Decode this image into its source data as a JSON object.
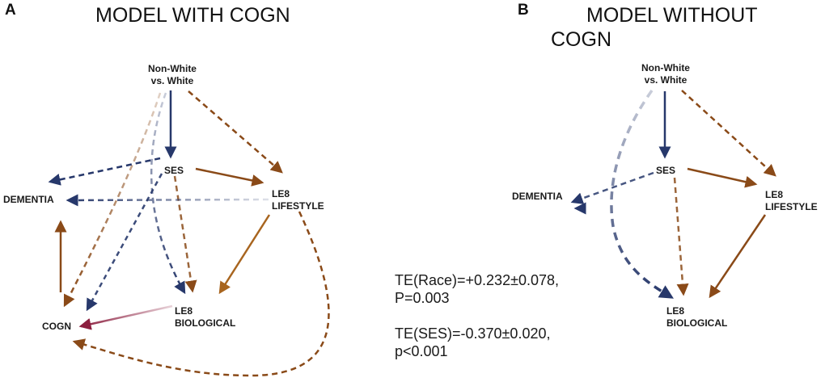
{
  "colors": {
    "navy": "#27386b",
    "brown": "#8a4a18",
    "ochre": "#a8651f",
    "crimson": "#8c1f3f"
  },
  "panels": [
    {
      "letter": "A",
      "title": "MODEL WITH COGN",
      "nodes": {
        "race": [
          "Non-White",
          "vs. White"
        ],
        "ses": "SES",
        "dementia": "DEMENTIA",
        "lifestyle": [
          "LE8",
          "LIFESTYLE"
        ],
        "cogn": "COGN",
        "biological": [
          "LE8",
          "BIOLOGICAL"
        ]
      },
      "edges": [
        {
          "from": "Non-White vs. White",
          "to": "SES",
          "style": "solid",
          "color": "navy"
        },
        {
          "from": "Non-White vs. White",
          "to": "LE8 LIFESTYLE",
          "style": "dashed",
          "color": "brown"
        },
        {
          "from": "Non-White vs. White",
          "to": "LE8 BIOLOGICAL",
          "style": "dashed",
          "color": "navy"
        },
        {
          "from": "Non-White vs. White",
          "to": "COGN",
          "style": "dashed",
          "color": "brown"
        },
        {
          "from": "SES",
          "to": "LE8 LIFESTYLE",
          "style": "solid",
          "color": "brown"
        },
        {
          "from": "SES",
          "to": "DEMENTIA",
          "style": "dashed",
          "color": "navy"
        },
        {
          "from": "SES",
          "to": "COGN",
          "style": "dashed",
          "color": "navy"
        },
        {
          "from": "SES",
          "to": "LE8 BIOLOGICAL",
          "style": "dashed",
          "color": "brown"
        },
        {
          "from": "LE8 LIFESTYLE",
          "to": "DEMENTIA",
          "style": "dashed",
          "color": "navy"
        },
        {
          "from": "LE8 LIFESTYLE",
          "to": "LE8 BIOLOGICAL",
          "style": "solid",
          "color": "ochre"
        },
        {
          "from": "LE8 LIFESTYLE",
          "to": "COGN",
          "style": "dashed",
          "color": "brown"
        },
        {
          "from": "COGN",
          "to": "DEMENTIA",
          "style": "solid",
          "color": "brown"
        },
        {
          "from": "LE8 BIOLOGICAL",
          "to": "COGN",
          "style": "solid",
          "color": "crimson"
        }
      ]
    },
    {
      "letter": "B",
      "title_line1": "MODEL WITHOUT",
      "title_line2": "COGN",
      "nodes": {
        "race": [
          "Non-White",
          "vs. White"
        ],
        "ses": "SES",
        "dementia": "DEMENTIA",
        "lifestyle": [
          "LE8",
          "LIFESTYLE"
        ],
        "biological": [
          "LE8",
          "BIOLOGICAL"
        ]
      },
      "edges": [
        {
          "from": "Non-White vs. White",
          "to": "SES",
          "style": "solid",
          "color": "navy"
        },
        {
          "from": "Non-White vs. White",
          "to": "LE8 LIFESTYLE",
          "style": "dashed",
          "color": "brown"
        },
        {
          "from": "Non-White vs. White",
          "to": "LE8 BIOLOGICAL",
          "style": "dashed",
          "color": "navy"
        },
        {
          "from": "SES",
          "to": "LE8 LIFESTYLE",
          "style": "solid",
          "color": "brown"
        },
        {
          "from": "SES",
          "to": "DEMENTIA",
          "style": "dashed",
          "color": "navy"
        },
        {
          "from": "SES",
          "to": "LE8 BIOLOGICAL",
          "style": "dashed",
          "color": "brown"
        },
        {
          "from": "LE8 LIFESTYLE",
          "to": "DEMENTIA",
          "style": "dashed",
          "color": "navy"
        },
        {
          "from": "LE8 LIFESTYLE",
          "to": "LE8 BIOLOGICAL",
          "style": "solid",
          "color": "brown"
        }
      ]
    }
  ],
  "stats": {
    "race_line1": "TE(Race)=+0.232±0.078,",
    "race_line2": "P=0.003",
    "ses_line1": "TE(SES)=-0.370±0.020,",
    "ses_line2": "p<0.001"
  }
}
